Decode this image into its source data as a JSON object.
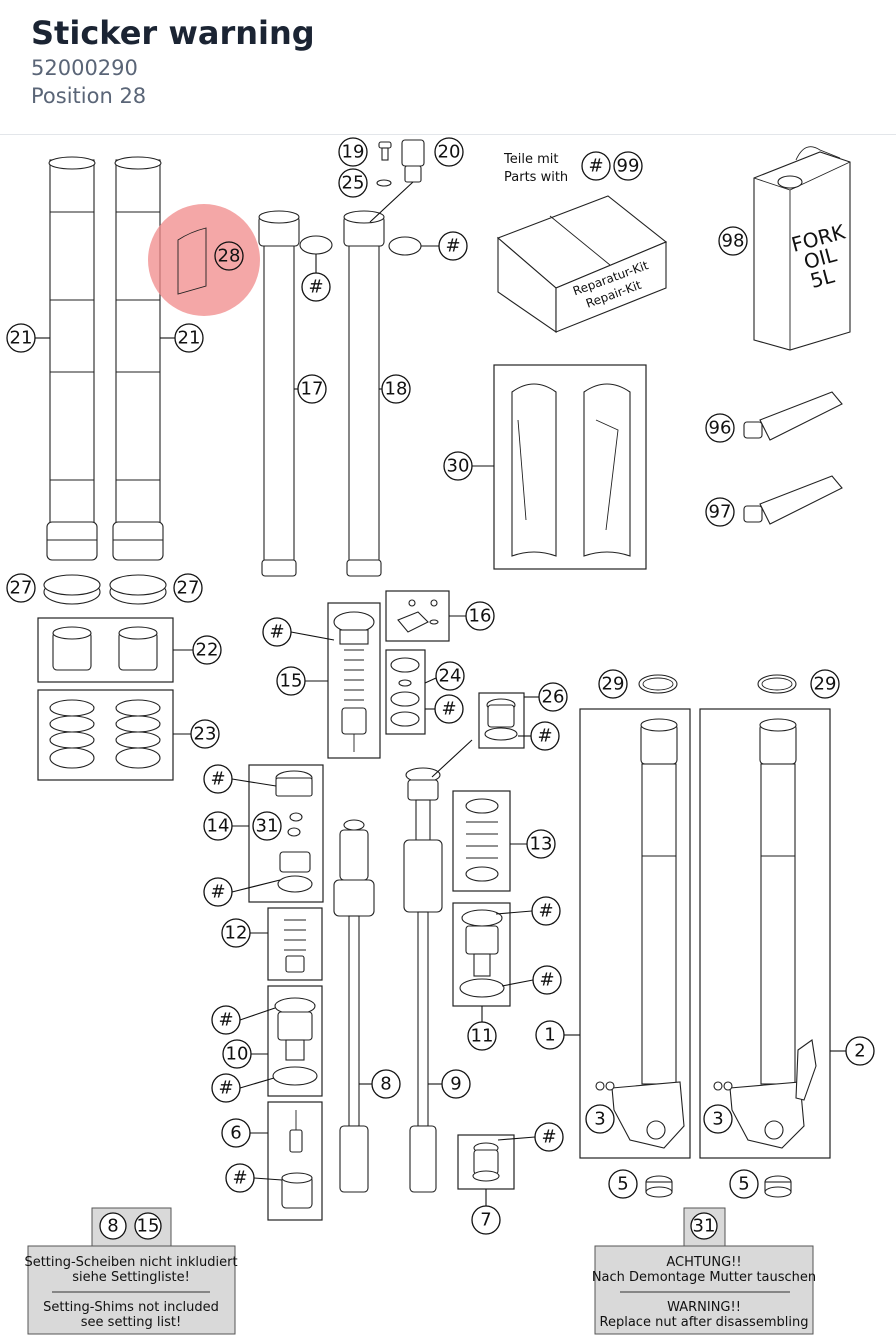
{
  "header": {
    "title": "Sticker warning",
    "part_number": "52000290",
    "position": "Position 28"
  },
  "highlight": {
    "label": "28",
    "color": "#f08a8a"
  },
  "callouts": {
    "c21a": "21",
    "c21b": "21",
    "c28": "28",
    "c27a": "27",
    "c27b": "27",
    "c22": "22",
    "c23": "23",
    "c19": "19",
    "c20": "20",
    "c25": "25",
    "c17": "17",
    "c18": "18",
    "chash_oring1": "#",
    "chash_oring2": "#",
    "c_hash99": "#",
    "c99": "99",
    "c98": "98",
    "c30": "30",
    "c96": "96",
    "c97": "97",
    "c16": "16",
    "c15": "15",
    "c15hash": "#",
    "c24": "24",
    "c24hash": "#",
    "c26": "26",
    "c26hash": "#",
    "c29a": "29",
    "c29b": "29",
    "c14": "14",
    "c31": "31",
    "c14hash1": "#",
    "c14hash2": "#",
    "c13": "13",
    "c12": "12",
    "c11": "11",
    "c11hash1": "#",
    "c11hash2": "#",
    "c10": "10",
    "c10hash1": "#",
    "c10hash2": "#",
    "c8": "8",
    "c9": "9",
    "c6": "6",
    "c6hash": "#",
    "c7": "7",
    "c7hash": "#",
    "c1": "1",
    "c2": "2",
    "c3a": "3",
    "c3b": "3",
    "c5a": "5",
    "c5b": "5",
    "note_left_a": "8",
    "note_left_b": "15",
    "note_right": "31"
  },
  "kit_label": {
    "line1": "Teile mit",
    "line2": "Parts with",
    "box_line1": "Reparatur-Kit",
    "box_line2": "Repair-Kit"
  },
  "oil_can": {
    "line1": "FORK",
    "line2": "OIL",
    "line3": "5L"
  },
  "notes": {
    "left_de": "Setting-Scheiben nicht inkludiert",
    "left_de2": "siehe Settingliste!",
    "left_en": "Setting-Shims not included",
    "left_en2": "see setting list!",
    "right_de1": "ACHTUNG!!",
    "right_de2": "Nach Demontage Mutter tauschen",
    "right_en1": "WARNING!!",
    "right_en2": "Replace nut after disassembling"
  }
}
